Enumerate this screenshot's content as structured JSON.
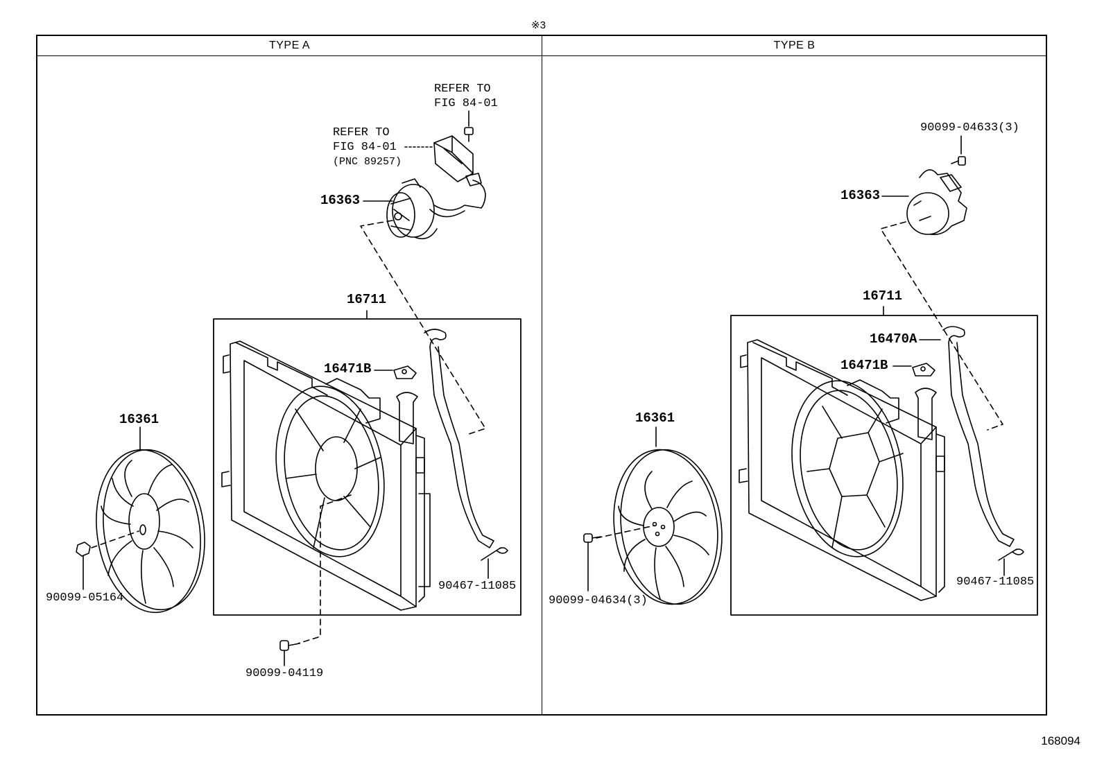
{
  "header": {
    "note_mark": "※3",
    "type_a_title": "TYPE A",
    "type_b_title": "TYPE B"
  },
  "diagram_id": "168094",
  "type_a": {
    "refer_upper": [
      "REFER TO",
      "FIG 84-01"
    ],
    "refer_lower": [
      "REFER TO",
      "FIG 84-01",
      "(PNC 89257)"
    ],
    "fan_motor": "16363",
    "shroud": "16711",
    "bracket": "16471B",
    "fan": "16361",
    "fan_nut": "90099-05164",
    "shroud_bolt": "90099-04119",
    "hose_clamp": "90467-11085"
  },
  "type_b": {
    "motor_screw": "90099-04633(3)",
    "fan_motor": "16363",
    "shroud": "16711",
    "hose": "16470A",
    "bracket": "16471B",
    "fan": "16361",
    "fan_screw": "90099-04634(3)",
    "hose_clamp": "90467-11085"
  }
}
